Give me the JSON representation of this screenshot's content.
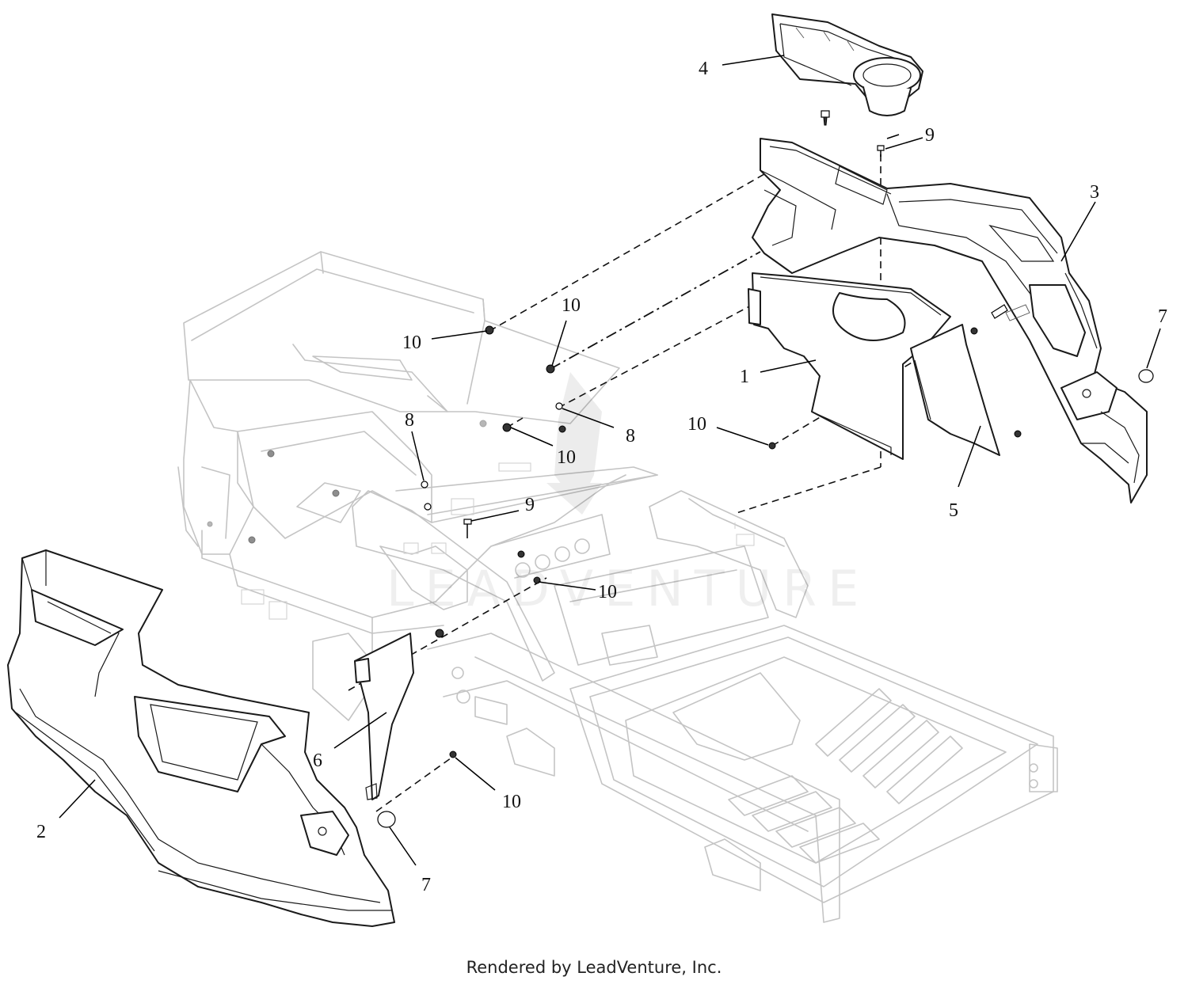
{
  "callouts": {
    "c1": "1",
    "c2": "2",
    "c3": "3",
    "c4": "4",
    "c5": "5",
    "c6": "6",
    "c7a": "7",
    "c7b": "7",
    "c8a": "8",
    "c8b": "8",
    "c9a": "9",
    "c9b": "9",
    "c10a": "10",
    "c10b": "10",
    "c10c": "10",
    "c10d": "10",
    "c10e": "10",
    "c10f": "10"
  },
  "watermark": "LEADVENTURE",
  "footer": {
    "credit": "Rendered by LeadVenture, Inc."
  }
}
